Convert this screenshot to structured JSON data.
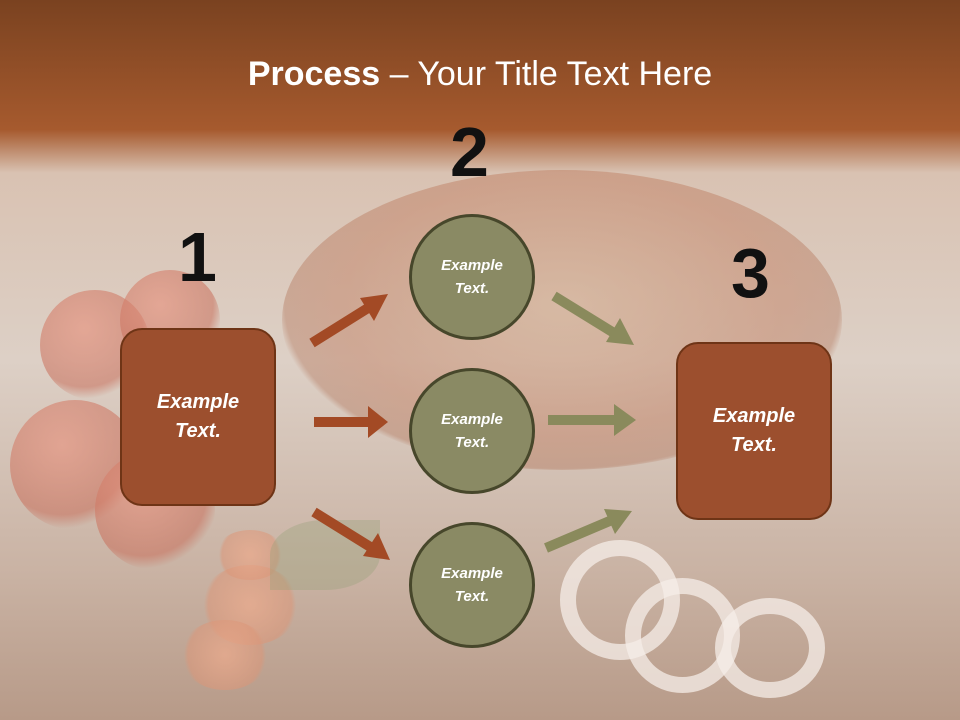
{
  "title": {
    "bold": "Process",
    "rest": " – Your Title Text Here"
  },
  "steps": {
    "one": {
      "number": "1",
      "text": "Example\nText."
    },
    "two": {
      "number": "2"
    },
    "three": {
      "number": "3",
      "text": "Example\nText."
    }
  },
  "circles": [
    {
      "text": "Example\nText."
    },
    {
      "text": "Example\nText."
    },
    {
      "text": "Example\nText."
    }
  ],
  "colors": {
    "box_fill": "#9c4f2e",
    "circle_fill": "#8a8a64",
    "arrow_left": "#a34a25",
    "arrow_right": "#8a8a5c",
    "header": "#a65a2e"
  }
}
